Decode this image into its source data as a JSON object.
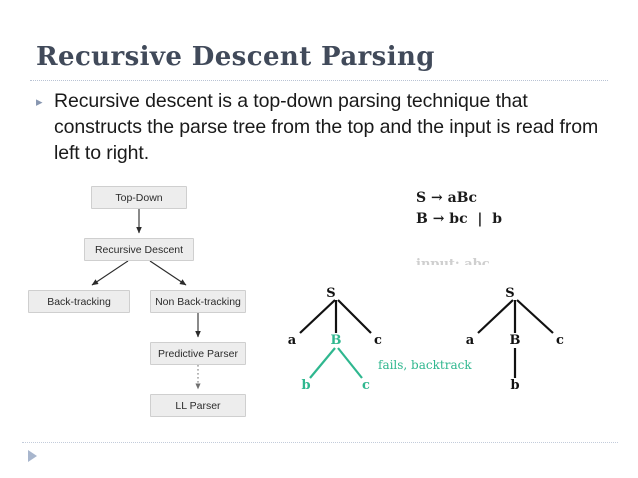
{
  "slide": {
    "title": "Recursive Descent Parsing",
    "bullet_marker": "▸",
    "bullet_text": "Recursive descent is a top-down parsing technique that constructs the parse tree from the top and the input is read from left to right.",
    "accent_color": "#414a5a",
    "rule_color": "#b9c3d4",
    "teal_color": "#2fb78f",
    "box_fill": "#ededed",
    "box_border": "#cfcfcf"
  },
  "flowchart": {
    "nodes": [
      {
        "id": "top-down",
        "label": "Top-Down"
      },
      {
        "id": "recursive-descent",
        "label": "Recursive Descent"
      },
      {
        "id": "back-tracking",
        "label": "Back-tracking"
      },
      {
        "id": "non-back-tracking",
        "label": "Non Back-tracking"
      },
      {
        "id": "predictive-parser",
        "label": "Predictive Parser"
      },
      {
        "id": "ll-parser",
        "label": "LL Parser"
      }
    ],
    "edges": [
      {
        "from": "top-down",
        "to": "recursive-descent",
        "style": "solid"
      },
      {
        "from": "recursive-descent",
        "to": "back-tracking",
        "style": "solid"
      },
      {
        "from": "recursive-descent",
        "to": "non-back-tracking",
        "style": "solid"
      },
      {
        "from": "non-back-tracking",
        "to": "predictive-parser",
        "style": "solid"
      },
      {
        "from": "predictive-parser",
        "to": "ll-parser",
        "style": "dotted"
      }
    ]
  },
  "grammar": {
    "line1": "S → aBc",
    "line2": "B → bc  |  b",
    "line3_clipped": "input: abc"
  },
  "trees": {
    "left": {
      "root": "S",
      "children": [
        "a",
        "B",
        "c"
      ],
      "b_children": [
        "b",
        "c"
      ],
      "annotation": "fails, backtrack",
      "highlight_color": "#2fb78f"
    },
    "right": {
      "root": "S",
      "children": [
        "a",
        "B",
        "c"
      ],
      "b_children": [
        "b"
      ]
    }
  },
  "footer": {
    "arrow_icon": "play-triangle-icon"
  }
}
